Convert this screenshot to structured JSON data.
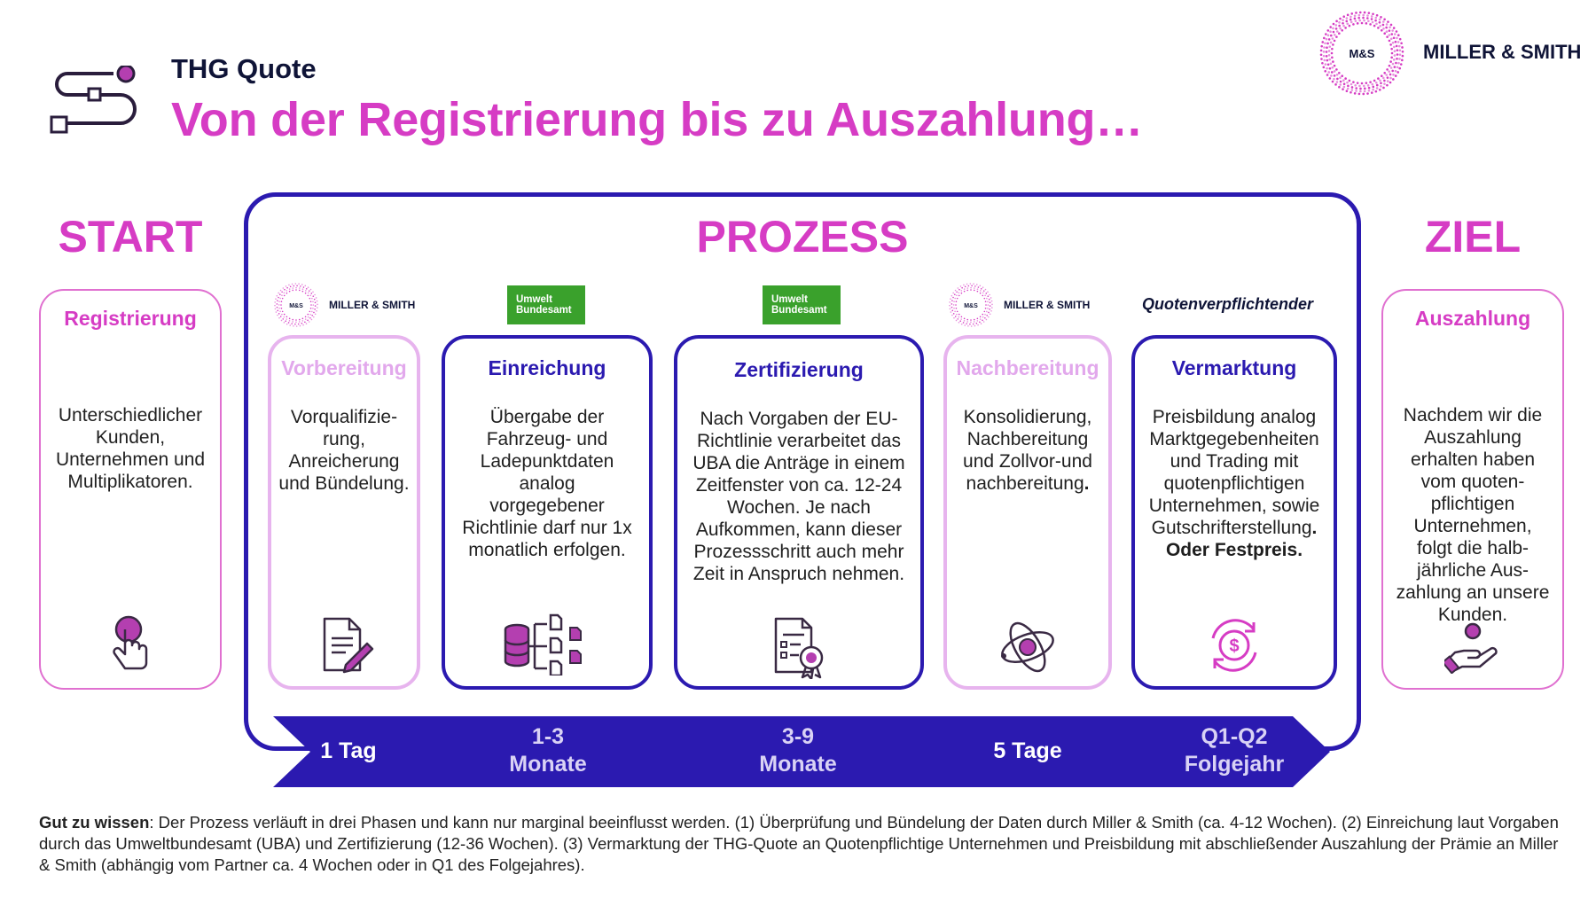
{
  "header": {
    "kicker": "THG Quote",
    "title": "Von der Registrierung bis zu Auszahlung…",
    "brand_seal": "M&S",
    "brand_name": "MILLER & SMITH"
  },
  "sections": {
    "start": "START",
    "process": "PROZESS",
    "goal": "ZIEL"
  },
  "logos": {
    "ms_seal": "M&S",
    "ms_name": "MILLER & SMITH",
    "uba_line1": "Umwelt",
    "uba_line2": "Bundesamt",
    "quoten": "Quotenverpflichtender"
  },
  "cards": {
    "registrierung": {
      "title": "Registrierung",
      "body": [
        "Unterschiedlicher",
        "Kunden,",
        "Unternehmen und",
        "Multiplikatoren."
      ],
      "icon": "touch-icon"
    },
    "vorbereitung": {
      "title": "Vorbereitung",
      "body": [
        "Vorqualifizie-",
        "rung,",
        "Anreicherung",
        "und Bündelung."
      ],
      "icon": "document-edit-icon"
    },
    "einreichung": {
      "title": "Einreichung",
      "body": [
        "Übergabe der",
        "Fahrzeug- und",
        "Ladepunktdaten",
        "analog",
        "vorgegebener",
        "Richtlinie darf nur 1x",
        "monatlich erfolgen."
      ],
      "icon": "data-distribution-icon"
    },
    "zertifizierung": {
      "title": "Zertifizierung",
      "body": [
        "Nach Vorgaben der EU-",
        "Richtlinie verarbeitet das",
        "UBA die Anträge in einem",
        "Zeitfenster von ca. 12-24",
        "Wochen. Je nach",
        "Aufkommen, kann dieser",
        "Prozessschritt auch mehr",
        "Zeit in Anspruch nehmen."
      ],
      "icon": "certificate-icon"
    },
    "nachbereitung": {
      "title": "Nachbereitung",
      "body": [
        "Konsolidierung,",
        "Nachbereitung",
        "und Zollvor-und"
      ],
      "body_last": "nachbereitung",
      "body_last_punct": ".",
      "icon": "orbit-icon"
    },
    "vermarktung": {
      "title": "Vermarktung",
      "body": [
        "Preisbildung analog",
        "Marktgegebenheiten",
        "und Trading mit",
        "quotenpflichtigen",
        "Unternehmen, sowie"
      ],
      "body_last": "Gutschrifterstellung",
      "body_last_punct": ".",
      "body_bold": "Oder Festpreis.",
      "icon": "dollar-cycle-icon"
    },
    "auszahlung": {
      "title": "Auszahlung",
      "body": [
        "Nachdem wir die",
        "Auszahlung",
        "erhalten haben",
        "vom quoten-",
        "pflichtigen",
        "Unternehmen,",
        "folgt die halb-",
        "jährliche  Aus-",
        "zahlung an unsere",
        "Kunden."
      ],
      "icon": "hand-coin-icon"
    }
  },
  "timeline": {
    "steps": [
      {
        "line1": "1 Tag",
        "line2": ""
      },
      {
        "line1": "1-3",
        "line2": "Monate"
      },
      {
        "line1": "3-9",
        "line2": "Monate"
      },
      {
        "line1": "5 Tage",
        "line2": ""
      },
      {
        "line1": "Q1-Q2",
        "line2": "Folgejahr"
      }
    ]
  },
  "footnote": {
    "lead": "Gut zu wissen",
    "text": ": Der Prozess verläuft in drei Phasen und kann nur marginal beeinflusst werden. (1) Überprüfung und Bündelung der Daten durch Miller & Smith (ca. 4-12 Wochen). (2) Einreichung laut Vorgaben durch das Umweltbundesamt (UBA) und Zertifizierung (12-36 Wochen). (3) Vermarktung der THG-Quote an Quotenpflichtige Unternehmen und Preisbildung mit abschließender Auszahlung der Prämie an Miller & Smith (abhängig vom Partner ca. 4 Wochen oder in Q1 des Folgejahres)."
  },
  "colors": {
    "accent_pink": "#d63cc4",
    "lilac": "#e7b4ee",
    "navy": "#2b1ab0",
    "uba_green": "#3aa12c"
  }
}
